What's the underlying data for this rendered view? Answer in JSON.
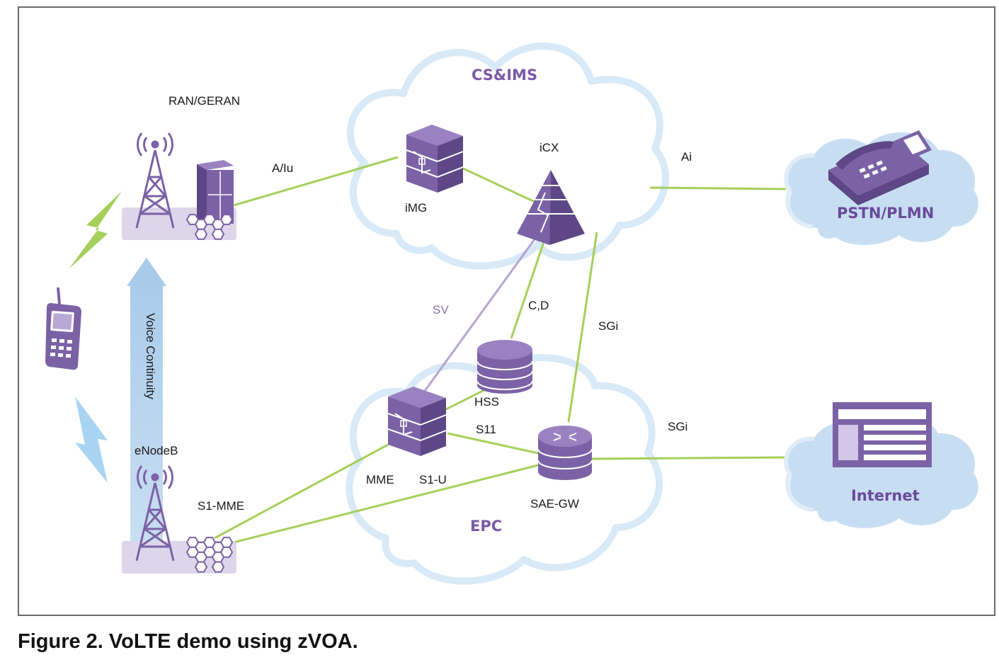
{
  "clouds": {
    "cs_ims": "CS&IMS",
    "epc": "EPC",
    "pstn": "PSTN/PLMN",
    "internet": "Internet"
  },
  "nodes": {
    "ran": "RAN/GERAN",
    "enodeb": "eNodeB",
    "img": "iMG",
    "icx": "iCX",
    "hss": "HSS",
    "mme": "MME",
    "sae_gw": "SAE-GW"
  },
  "interfaces": {
    "a_iu": "A/Iu",
    "ai": "Ai",
    "sv": "SV",
    "cd": "C,D",
    "sgi_top": "SGi",
    "sgi_bottom": "SGi",
    "s11": "S11",
    "s1_u": "S1-U",
    "s1_mme": "S1-MME"
  },
  "voice_continuity": "Voice Continuity",
  "caption": "Figure 2. VoLTE demo using zVOA.",
  "colors": {
    "purple": "#7b62a6",
    "green_line": "#a6cf5a",
    "cloud_outline": "#d6e8f6",
    "light_blue": "#c5ddf1",
    "lavender": "#ddd6ea"
  }
}
